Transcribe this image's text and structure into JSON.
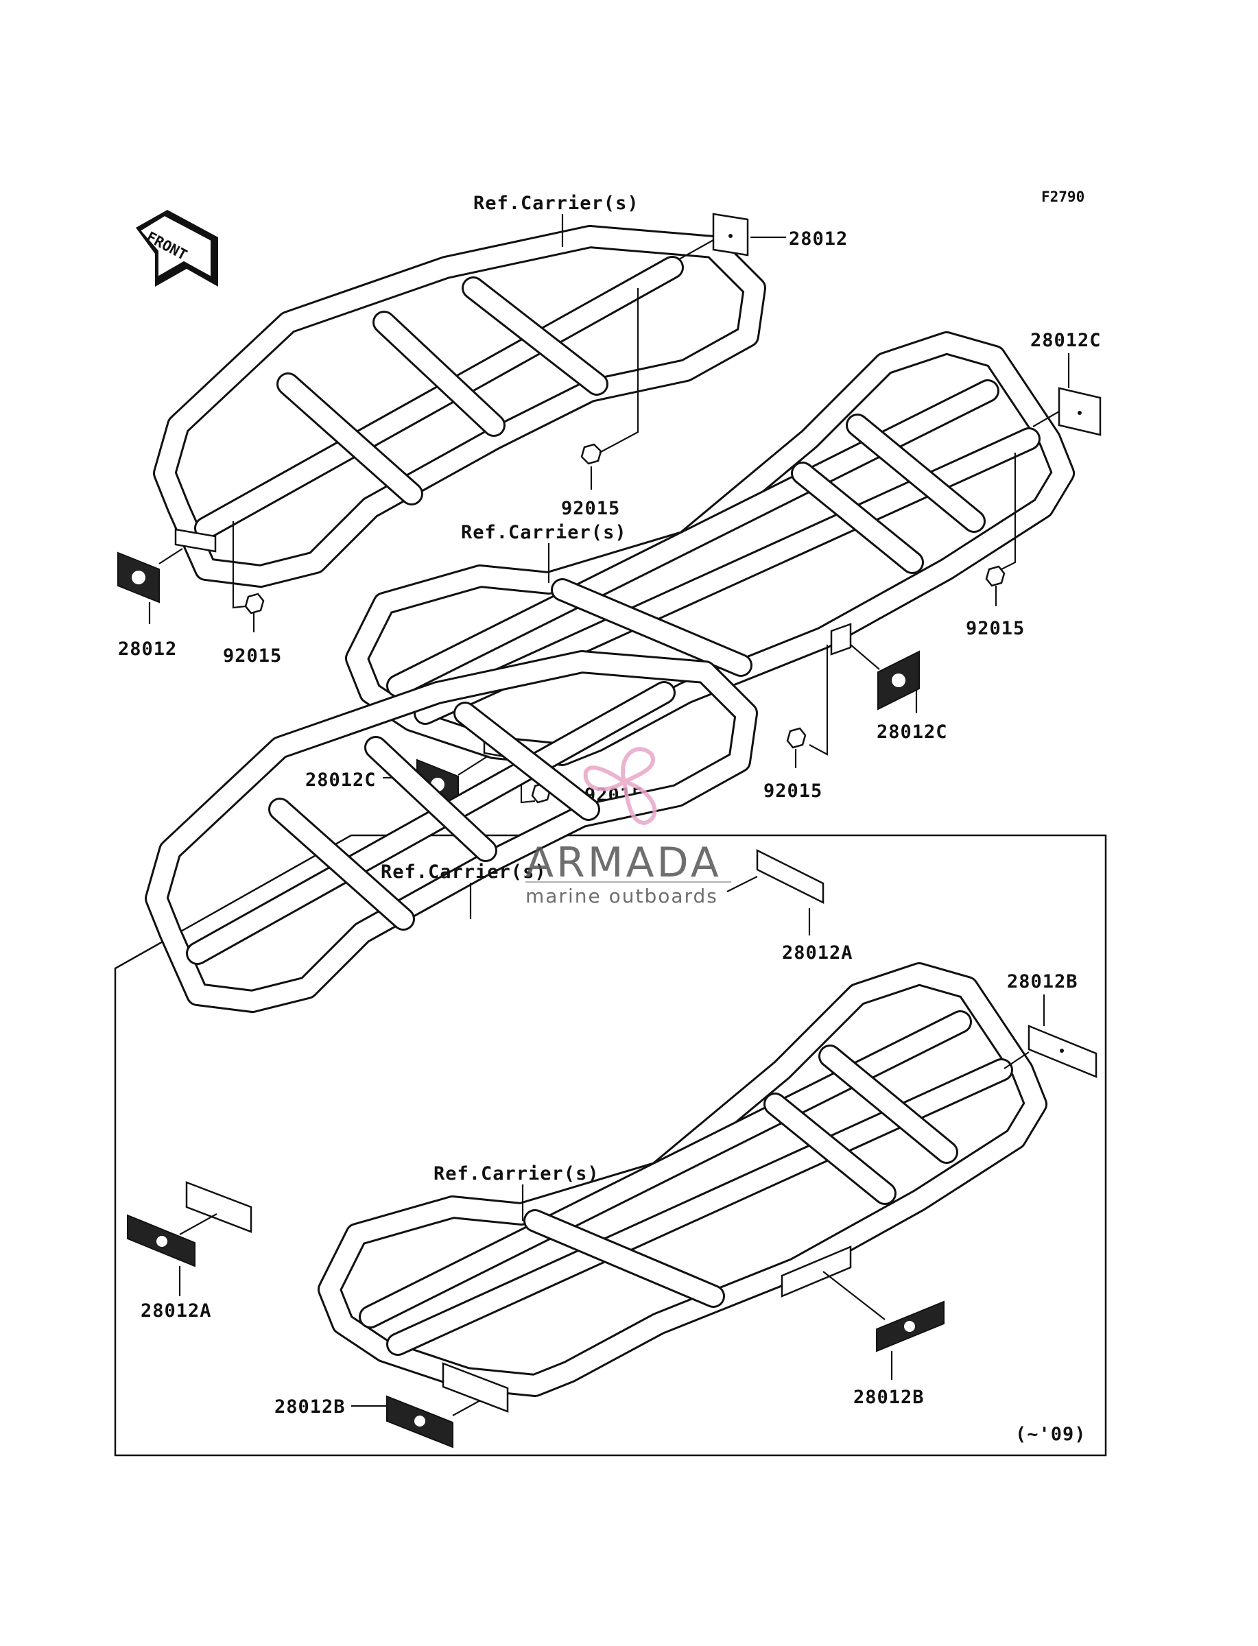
{
  "figure_code": "F2790",
  "front_label": "FRONT",
  "ref_label": "Ref.Carrier(s)",
  "year_note": "(~'09)",
  "parts": {
    "p28012": "28012",
    "p28012A": "28012A",
    "p28012B": "28012B",
    "p28012C": "28012C",
    "p92015": "92015"
  },
  "watermark": {
    "brand": "ARMADA",
    "tagline": "marine outboards",
    "color": "#e8a6c8"
  }
}
